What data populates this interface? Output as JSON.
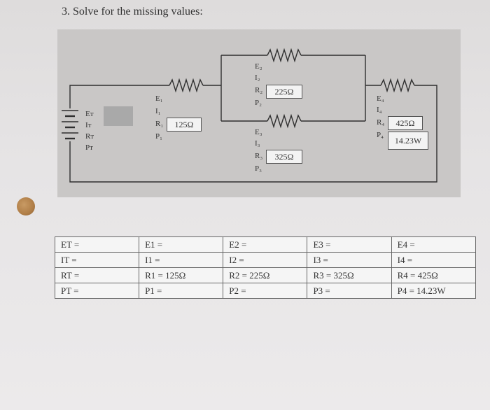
{
  "question": "3.   Solve for the missing values:",
  "diagram": {
    "total": {
      "E": "Eᴛ",
      "I": "Iᴛ",
      "R": "Rᴛ",
      "P": "Pᴛ"
    },
    "r1": {
      "E": "E₁",
      "I": "I₁",
      "R": "R₁",
      "P": "P₁",
      "value": "125Ω"
    },
    "r2": {
      "E": "E₂",
      "I": "I₂",
      "R": "R₂",
      "P": "P₂",
      "value": "225Ω"
    },
    "r3": {
      "E": "E₃",
      "I": "I₃",
      "R": "R₃",
      "P": "P₃",
      "value": "325Ω"
    },
    "r4": {
      "E": "E₄",
      "I": "I₄",
      "R": "R₄",
      "P": "P₄",
      "value": "425Ω",
      "power": "14.23W"
    }
  },
  "table": {
    "rows": [
      [
        "ET =",
        "E1 =",
        "E2 =",
        "E3 =",
        "E4 ="
      ],
      [
        "IT =",
        "I1 =",
        "I2 =",
        "I3 =",
        "I4 ="
      ],
      [
        "RT =",
        "R1 = 125Ω",
        "R2 = 225Ω",
        "R3 = 325Ω",
        "R4 = 425Ω"
      ],
      [
        "PT =",
        "P1 =",
        "P2 =",
        "P3 =",
        "P4 = 14.23W"
      ]
    ]
  },
  "colors": {
    "panel": "#c9c7c6",
    "wire": "#2f2f2f",
    "hidden_box": "#a9a9a9"
  }
}
